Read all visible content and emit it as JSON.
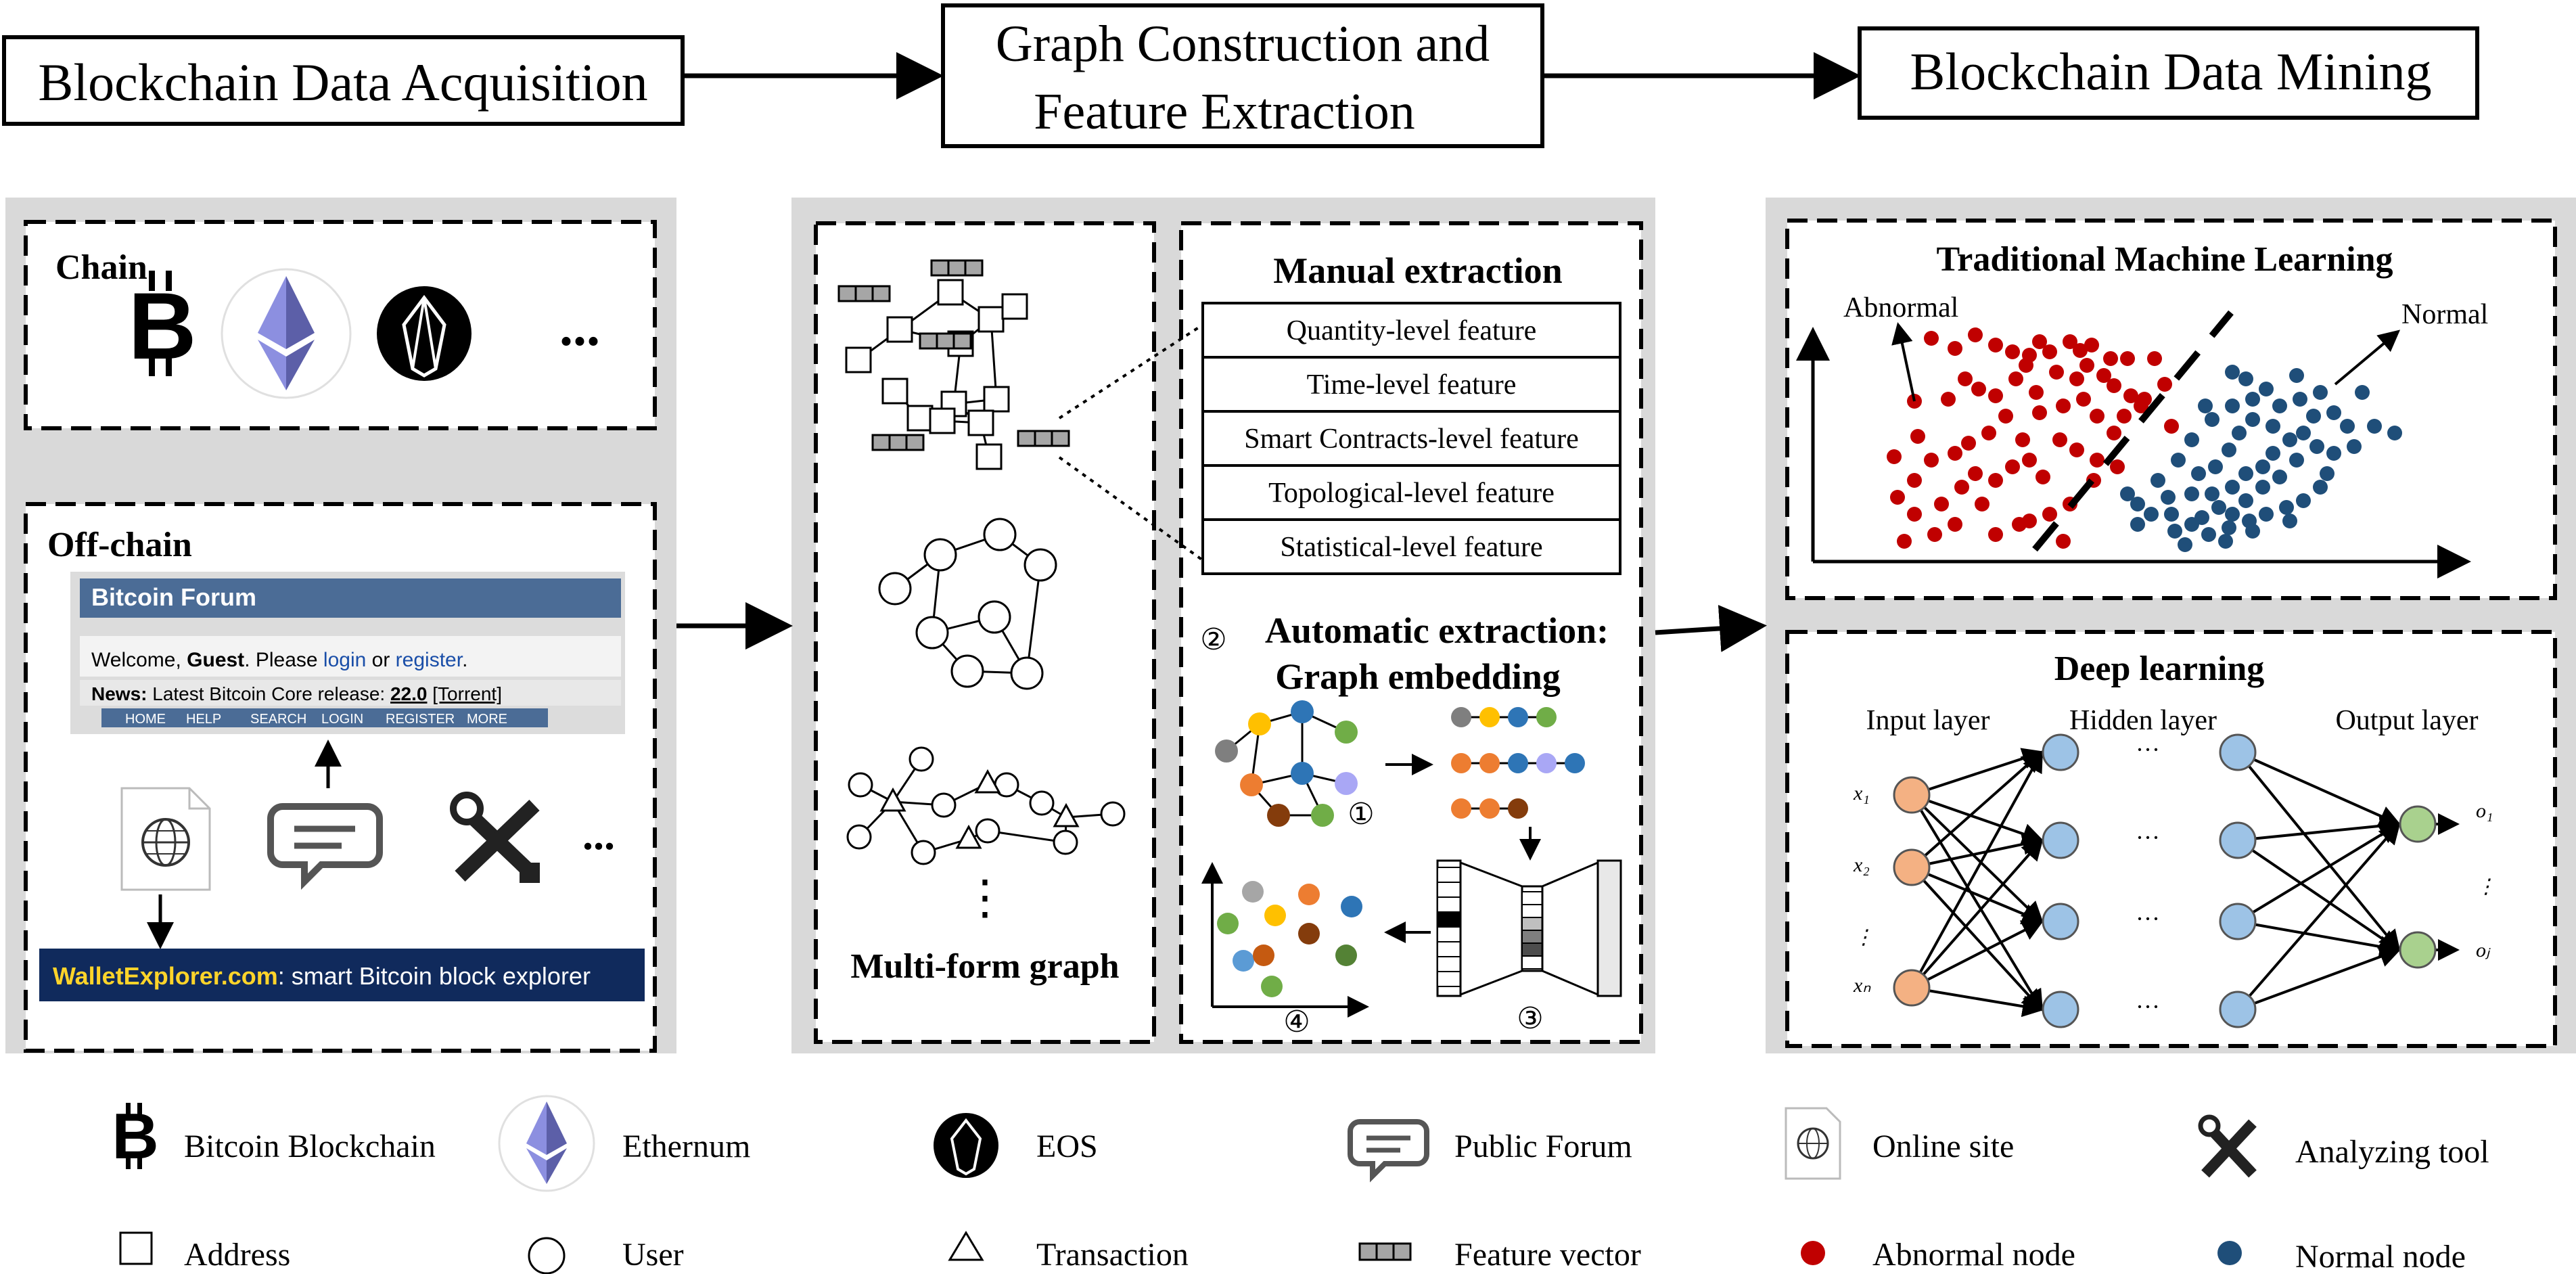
{
  "stages": {
    "acquisition": "Blockchain Data Acquisition",
    "construction_line1": "Graph Construction and",
    "construction_line2": "Feature Extraction",
    "mining": "Blockchain Data Mining"
  },
  "acquisition": {
    "chain_label": "Chain",
    "chain_ellipsis": "...",
    "offchain_label": "Off-chain",
    "forum": {
      "title": "Bitcoin Forum",
      "welcome_prefix": "Welcome, ",
      "welcome_guest": "Guest",
      "welcome_mid": ". Please ",
      "welcome_login": "login",
      "welcome_or": " or ",
      "welcome_register": "register",
      "welcome_end": ".",
      "news_label": "News:",
      "news_text": " Latest Bitcoin Core release: ",
      "news_version": "22.0",
      "news_torrent": "[Torrent]",
      "menu": [
        "HOME",
        "HELP",
        "SEARCH",
        "LOGIN",
        "REGISTER",
        "MORE"
      ]
    },
    "offchain_ellipsis": "...",
    "walletexplorer_brand": "WalletExplorer.com",
    "walletexplorer_tagline": ": smart Bitcoin block explorer"
  },
  "construction": {
    "multiform_label": "Multi-form graph",
    "graph_ellipsis": "⋮",
    "manual_title": "Manual extraction",
    "features": [
      "Quantity-level feature",
      "Time-level feature",
      "Smart Contracts-level feature",
      "Topological-level feature",
      "Statistical-level feature"
    ],
    "auto_marker": "②",
    "auto_title_line1": "Automatic extraction:",
    "auto_title_line2": "Graph embedding",
    "step1": "①",
    "step3": "③",
    "step4": "④"
  },
  "mining": {
    "tml_title": "Traditional Machine Learning",
    "abnormal_label": "Abnormal",
    "normal_label": "Normal",
    "dl_title": "Deep learning",
    "input_layer": "Input layer",
    "hidden_layer": "Hidden layer",
    "output_layer": "Output layer",
    "inputs": [
      "x₁",
      "x₂",
      "⋮",
      "xₙ"
    ],
    "outputs": [
      "o₁",
      "⋮",
      "oⱼ"
    ],
    "hidden_ellipsis": "···"
  },
  "legend": {
    "bitcoin": "Bitcoin Blockchain",
    "ethereum": "Ethernum",
    "eos": "EOS",
    "forum": "Public Forum",
    "online_site": "Online site",
    "analyzing_tool": "Analyzing tool",
    "address": "Address",
    "user": "User",
    "transaction": "Transaction",
    "feature_vector": "Feature vector",
    "abnormal_node": "Abnormal node",
    "normal_node": "Normal node"
  },
  "colors": {
    "panel_gray": "#d9d9d9",
    "abnormal_red": "#c00000",
    "normal_blue": "#1f4e79",
    "input_orange": "#f4b183",
    "hidden_blue": "#9dc3e6",
    "output_green": "#a9d18e",
    "forum_blue": "#4b6c96",
    "wallet_navy": "#102a5c",
    "wallet_yellow": "#ffd42a"
  }
}
